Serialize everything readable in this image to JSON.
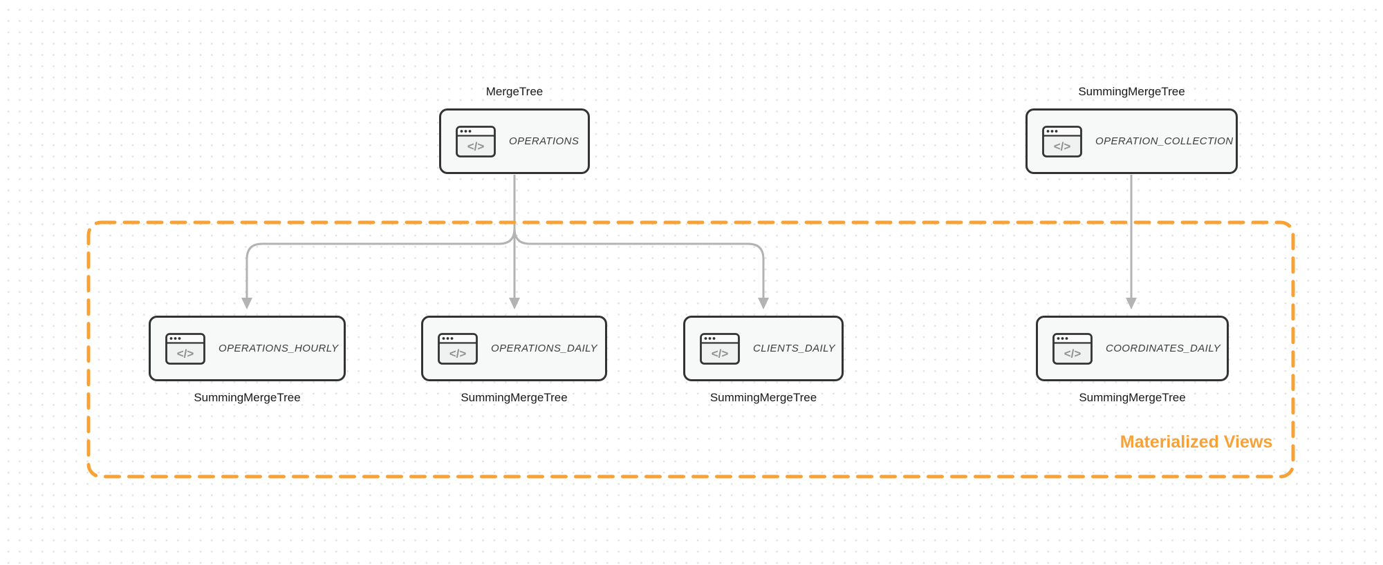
{
  "diagram": {
    "icon_glyph": "</>",
    "nodes": [
      {
        "id": "operations",
        "title": "OPERATIONS",
        "engine_label": "MergeTree",
        "engine_label_position": "top",
        "icon": "code-window-icon"
      },
      {
        "id": "operation-collection",
        "title": "OPERATION_COLLECTION",
        "engine_label": "SummingMergeTree",
        "engine_label_position": "top",
        "icon": "code-window-icon"
      },
      {
        "id": "operations-hourly",
        "title": "OPERATIONS_HOURLY",
        "engine_label": "SummingMergeTree",
        "engine_label_position": "bottom",
        "icon": "code-window-icon"
      },
      {
        "id": "operations-daily",
        "title": "OPERATIONS_DAILY",
        "engine_label": "SummingMergeTree",
        "engine_label_position": "bottom",
        "icon": "code-window-icon"
      },
      {
        "id": "clients-daily",
        "title": "CLIENTS_DAILY",
        "engine_label": "SummingMergeTree",
        "engine_label_position": "bottom",
        "icon": "code-window-icon"
      },
      {
        "id": "coordinates-daily",
        "title": "COORDINATES_DAILY",
        "engine_label": "SummingMergeTree",
        "engine_label_position": "bottom",
        "icon": "code-window-icon"
      }
    ],
    "edges": [
      {
        "from": "operations",
        "to": "operations-hourly"
      },
      {
        "from": "operations",
        "to": "operations-daily"
      },
      {
        "from": "operations",
        "to": "clients-daily"
      },
      {
        "from": "operation-collection",
        "to": "coordinates-daily"
      }
    ],
    "group": {
      "label": "Materialized Views"
    },
    "colors": {
      "accent_orange": "#F7A237",
      "edge_gray": "#B3B3B3",
      "node_border": "#333333",
      "node_fill": "#F7F8F8",
      "icon_glyph_gray": "#8F8F8F",
      "label_dark": "#171717"
    }
  }
}
